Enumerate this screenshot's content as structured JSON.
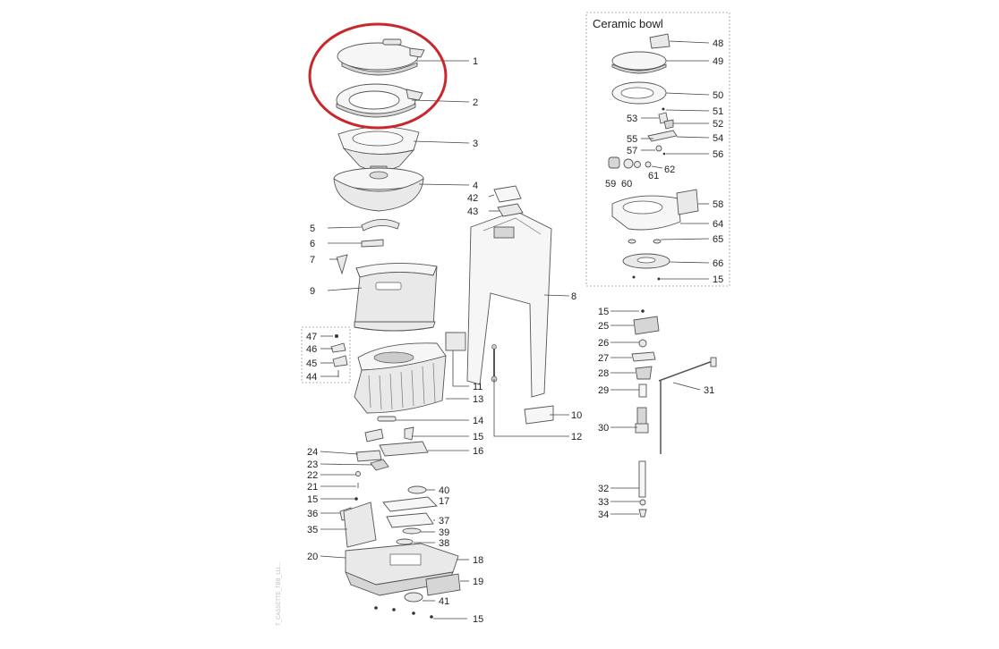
{
  "diagram": {
    "box_title": "Ceramic bowl",
    "watermark": "T_CASSETTE_TBB_111...",
    "highlight_color": "#c8282d",
    "labels": [
      {
        "id": "l1",
        "text": "1"
      },
      {
        "id": "l2",
        "text": "2"
      },
      {
        "id": "l3",
        "text": "3"
      },
      {
        "id": "l4",
        "text": "4"
      },
      {
        "id": "l5",
        "text": "5"
      },
      {
        "id": "l6",
        "text": "6"
      },
      {
        "id": "l7",
        "text": "7"
      },
      {
        "id": "l8",
        "text": "8"
      },
      {
        "id": "l9",
        "text": "9"
      },
      {
        "id": "l10",
        "text": "10"
      },
      {
        "id": "l11",
        "text": "11"
      },
      {
        "id": "l12",
        "text": "12"
      },
      {
        "id": "l13",
        "text": "13"
      },
      {
        "id": "l14",
        "text": "14"
      },
      {
        "id": "l15a",
        "text": "15"
      },
      {
        "id": "l16",
        "text": "16"
      },
      {
        "id": "l24",
        "text": "24"
      },
      {
        "id": "l23",
        "text": "23"
      },
      {
        "id": "l22",
        "text": "22"
      },
      {
        "id": "l21",
        "text": "21"
      },
      {
        "id": "l15b",
        "text": "15"
      },
      {
        "id": "l36",
        "text": "36"
      },
      {
        "id": "l35",
        "text": "35"
      },
      {
        "id": "l20",
        "text": "20"
      },
      {
        "id": "l40",
        "text": "40"
      },
      {
        "id": "l17",
        "text": "17"
      },
      {
        "id": "l37",
        "text": "37"
      },
      {
        "id": "l39",
        "text": "39"
      },
      {
        "id": "l38",
        "text": "38"
      },
      {
        "id": "l18",
        "text": "18"
      },
      {
        "id": "l19",
        "text": "19"
      },
      {
        "id": "l41",
        "text": "41"
      },
      {
        "id": "l15c",
        "text": "15"
      },
      {
        "id": "l42",
        "text": "42"
      },
      {
        "id": "l43",
        "text": "43"
      },
      {
        "id": "l47",
        "text": "47"
      },
      {
        "id": "l46",
        "text": "46"
      },
      {
        "id": "l45",
        "text": "45"
      },
      {
        "id": "l44",
        "text": "44"
      },
      {
        "id": "l48",
        "text": "48"
      },
      {
        "id": "l49",
        "text": "49"
      },
      {
        "id": "l50",
        "text": "50"
      },
      {
        "id": "l51",
        "text": "51"
      },
      {
        "id": "l53",
        "text": "53"
      },
      {
        "id": "l52",
        "text": "52"
      },
      {
        "id": "l55",
        "text": "55"
      },
      {
        "id": "l54",
        "text": "54"
      },
      {
        "id": "l57",
        "text": "57"
      },
      {
        "id": "l56",
        "text": "56"
      },
      {
        "id": "l62",
        "text": "62"
      },
      {
        "id": "l59",
        "text": "59"
      },
      {
        "id": "l60",
        "text": "60"
      },
      {
        "id": "l61",
        "text": "61"
      },
      {
        "id": "l58",
        "text": "58"
      },
      {
        "id": "l64",
        "text": "64"
      },
      {
        "id": "l65",
        "text": "65"
      },
      {
        "id": "l66",
        "text": "66"
      },
      {
        "id": "l15d",
        "text": "15"
      },
      {
        "id": "l15e",
        "text": "15"
      },
      {
        "id": "l25",
        "text": "25"
      },
      {
        "id": "l26",
        "text": "26"
      },
      {
        "id": "l27",
        "text": "27"
      },
      {
        "id": "l28",
        "text": "28"
      },
      {
        "id": "l29",
        "text": "29"
      },
      {
        "id": "l31",
        "text": "31"
      },
      {
        "id": "l30",
        "text": "30"
      },
      {
        "id": "l32",
        "text": "32"
      },
      {
        "id": "l33",
        "text": "33"
      },
      {
        "id": "l34",
        "text": "34"
      }
    ]
  }
}
